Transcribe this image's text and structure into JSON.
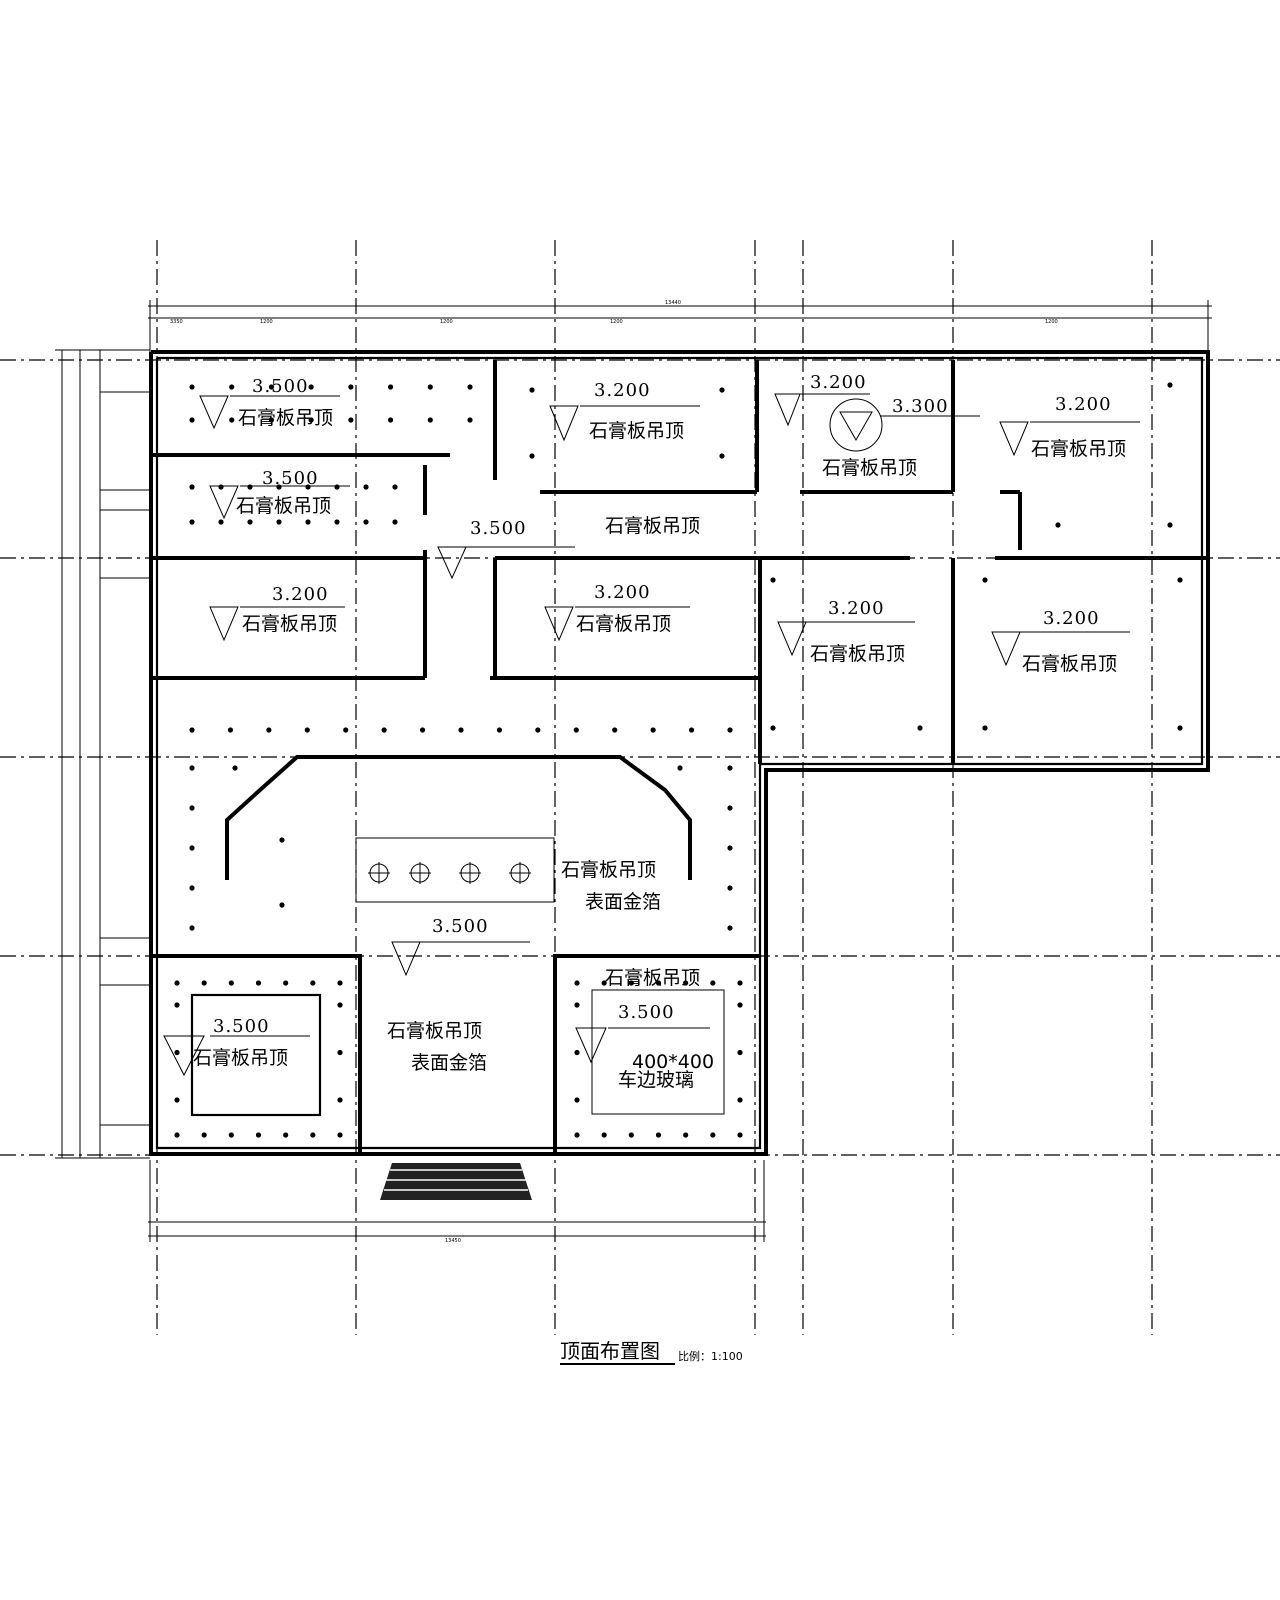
{
  "drawing": {
    "title": "顶面布置图",
    "scale": "比例：1:100"
  },
  "labels": {
    "gypsum": "石膏板吊顶",
    "gold_foil": "表面金箔",
    "glass_size": "400*400",
    "glass": "车边玻璃"
  },
  "elevations": {
    "e3500": "3.500",
    "e3200": "3.200",
    "e3300": "3.300"
  },
  "rooms": [
    {
      "id": "room-tl",
      "elevation": "3.500",
      "ceiling": "石膏板吊顶"
    },
    {
      "id": "room-tl2",
      "elevation": "3.500",
      "ceiling": "石膏板吊顶"
    },
    {
      "id": "corridor",
      "elevation": "3.500",
      "ceiling": "石膏板吊顶"
    },
    {
      "id": "room-top-center",
      "elevation": "3.200",
      "ceiling": "石膏板吊顶"
    },
    {
      "id": "room-top-right1",
      "elevation": "3.200",
      "ceiling": "石膏板吊顶"
    },
    {
      "id": "room-top-right1-dome",
      "elevation": "3.300"
    },
    {
      "id": "room-top-right2",
      "elevation": "3.200",
      "ceiling": "石膏板吊顶"
    },
    {
      "id": "room-mid-left",
      "elevation": "3.200",
      "ceiling": "石膏板吊顶"
    },
    {
      "id": "room-mid-center",
      "elevation": "3.200",
      "ceiling": "石膏板吊顶"
    },
    {
      "id": "room-mid-right1",
      "elevation": "3.200",
      "ceiling": "石膏板吊顶"
    },
    {
      "id": "room-mid-right2",
      "elevation": "3.200",
      "ceiling": "石膏板吊顶"
    },
    {
      "id": "hall",
      "elevation": "3.500",
      "ceiling": "石膏板吊顶",
      "finish": "表面金箔"
    },
    {
      "id": "entrance",
      "ceiling": "石膏板吊顶",
      "finish": "表面金箔"
    },
    {
      "id": "room-bottom-left",
      "elevation": "3.500",
      "ceiling": "石膏板吊顶"
    },
    {
      "id": "room-bottom-right",
      "elevation": "3.500",
      "ceiling": "石膏板吊顶",
      "panel": "400*400",
      "panel_material": "车边玻璃"
    }
  ]
}
